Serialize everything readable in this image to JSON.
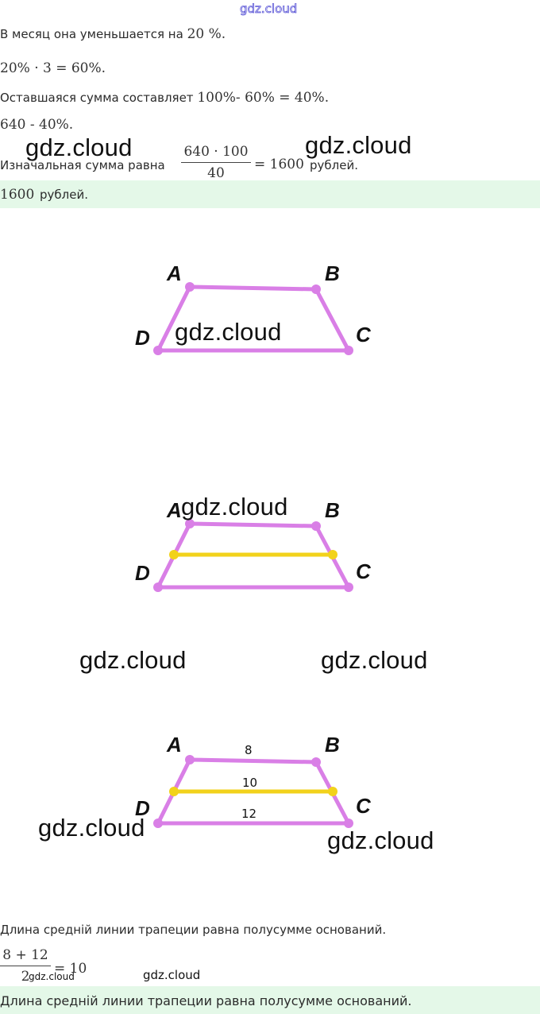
{
  "watermark_top": "gdz.cloud",
  "watermarks": {
    "w1": "gdz.cloud",
    "w2": "gdz.cloud",
    "w3": "gdz.cloud",
    "w4": "gdz.cloud",
    "w5": "gdz.cloud",
    "w6": "gdz.cloud",
    "w7": "gdz.cloud",
    "w8": "gdz.cloud",
    "w9": "gdz.cloud",
    "w10": "gdz.cloud",
    "w11": "gdz.cloud"
  },
  "solution1": {
    "line1_text": "В месяц она уменьшается на",
    "line1_math": "20 %.",
    "line2_math": "20% · 3 = 60%.",
    "line3_text": "Оставшаяся сумма составляет",
    "line3_math": "100%- 60% = 40%.",
    "line4_math": "640 - 40%.",
    "line5_text": "Изначальная сумма равна",
    "frac_num": "640 · 100",
    "frac_den": "40",
    "line5_eq": "= 1600",
    "line5_unit": "рублей.",
    "answer_math": "1600",
    "answer_text": "рублей."
  },
  "figures": {
    "A": "A",
    "B": "B",
    "C": "C",
    "D": "D",
    "top_base": "8",
    "midline": "10",
    "bottom_base": "12",
    "colors": {
      "trapezoid": "#d97fe6",
      "midline": "#f2d21b"
    }
  },
  "solution2": {
    "statement": "Длина средній линии трапеции равна полусумме оснований.",
    "frac_num": "8 + 12",
    "frac_den": "2",
    "frac_eq": "= 10",
    "answer": "Длина средній линии трапеции равна полусумме оснований."
  }
}
